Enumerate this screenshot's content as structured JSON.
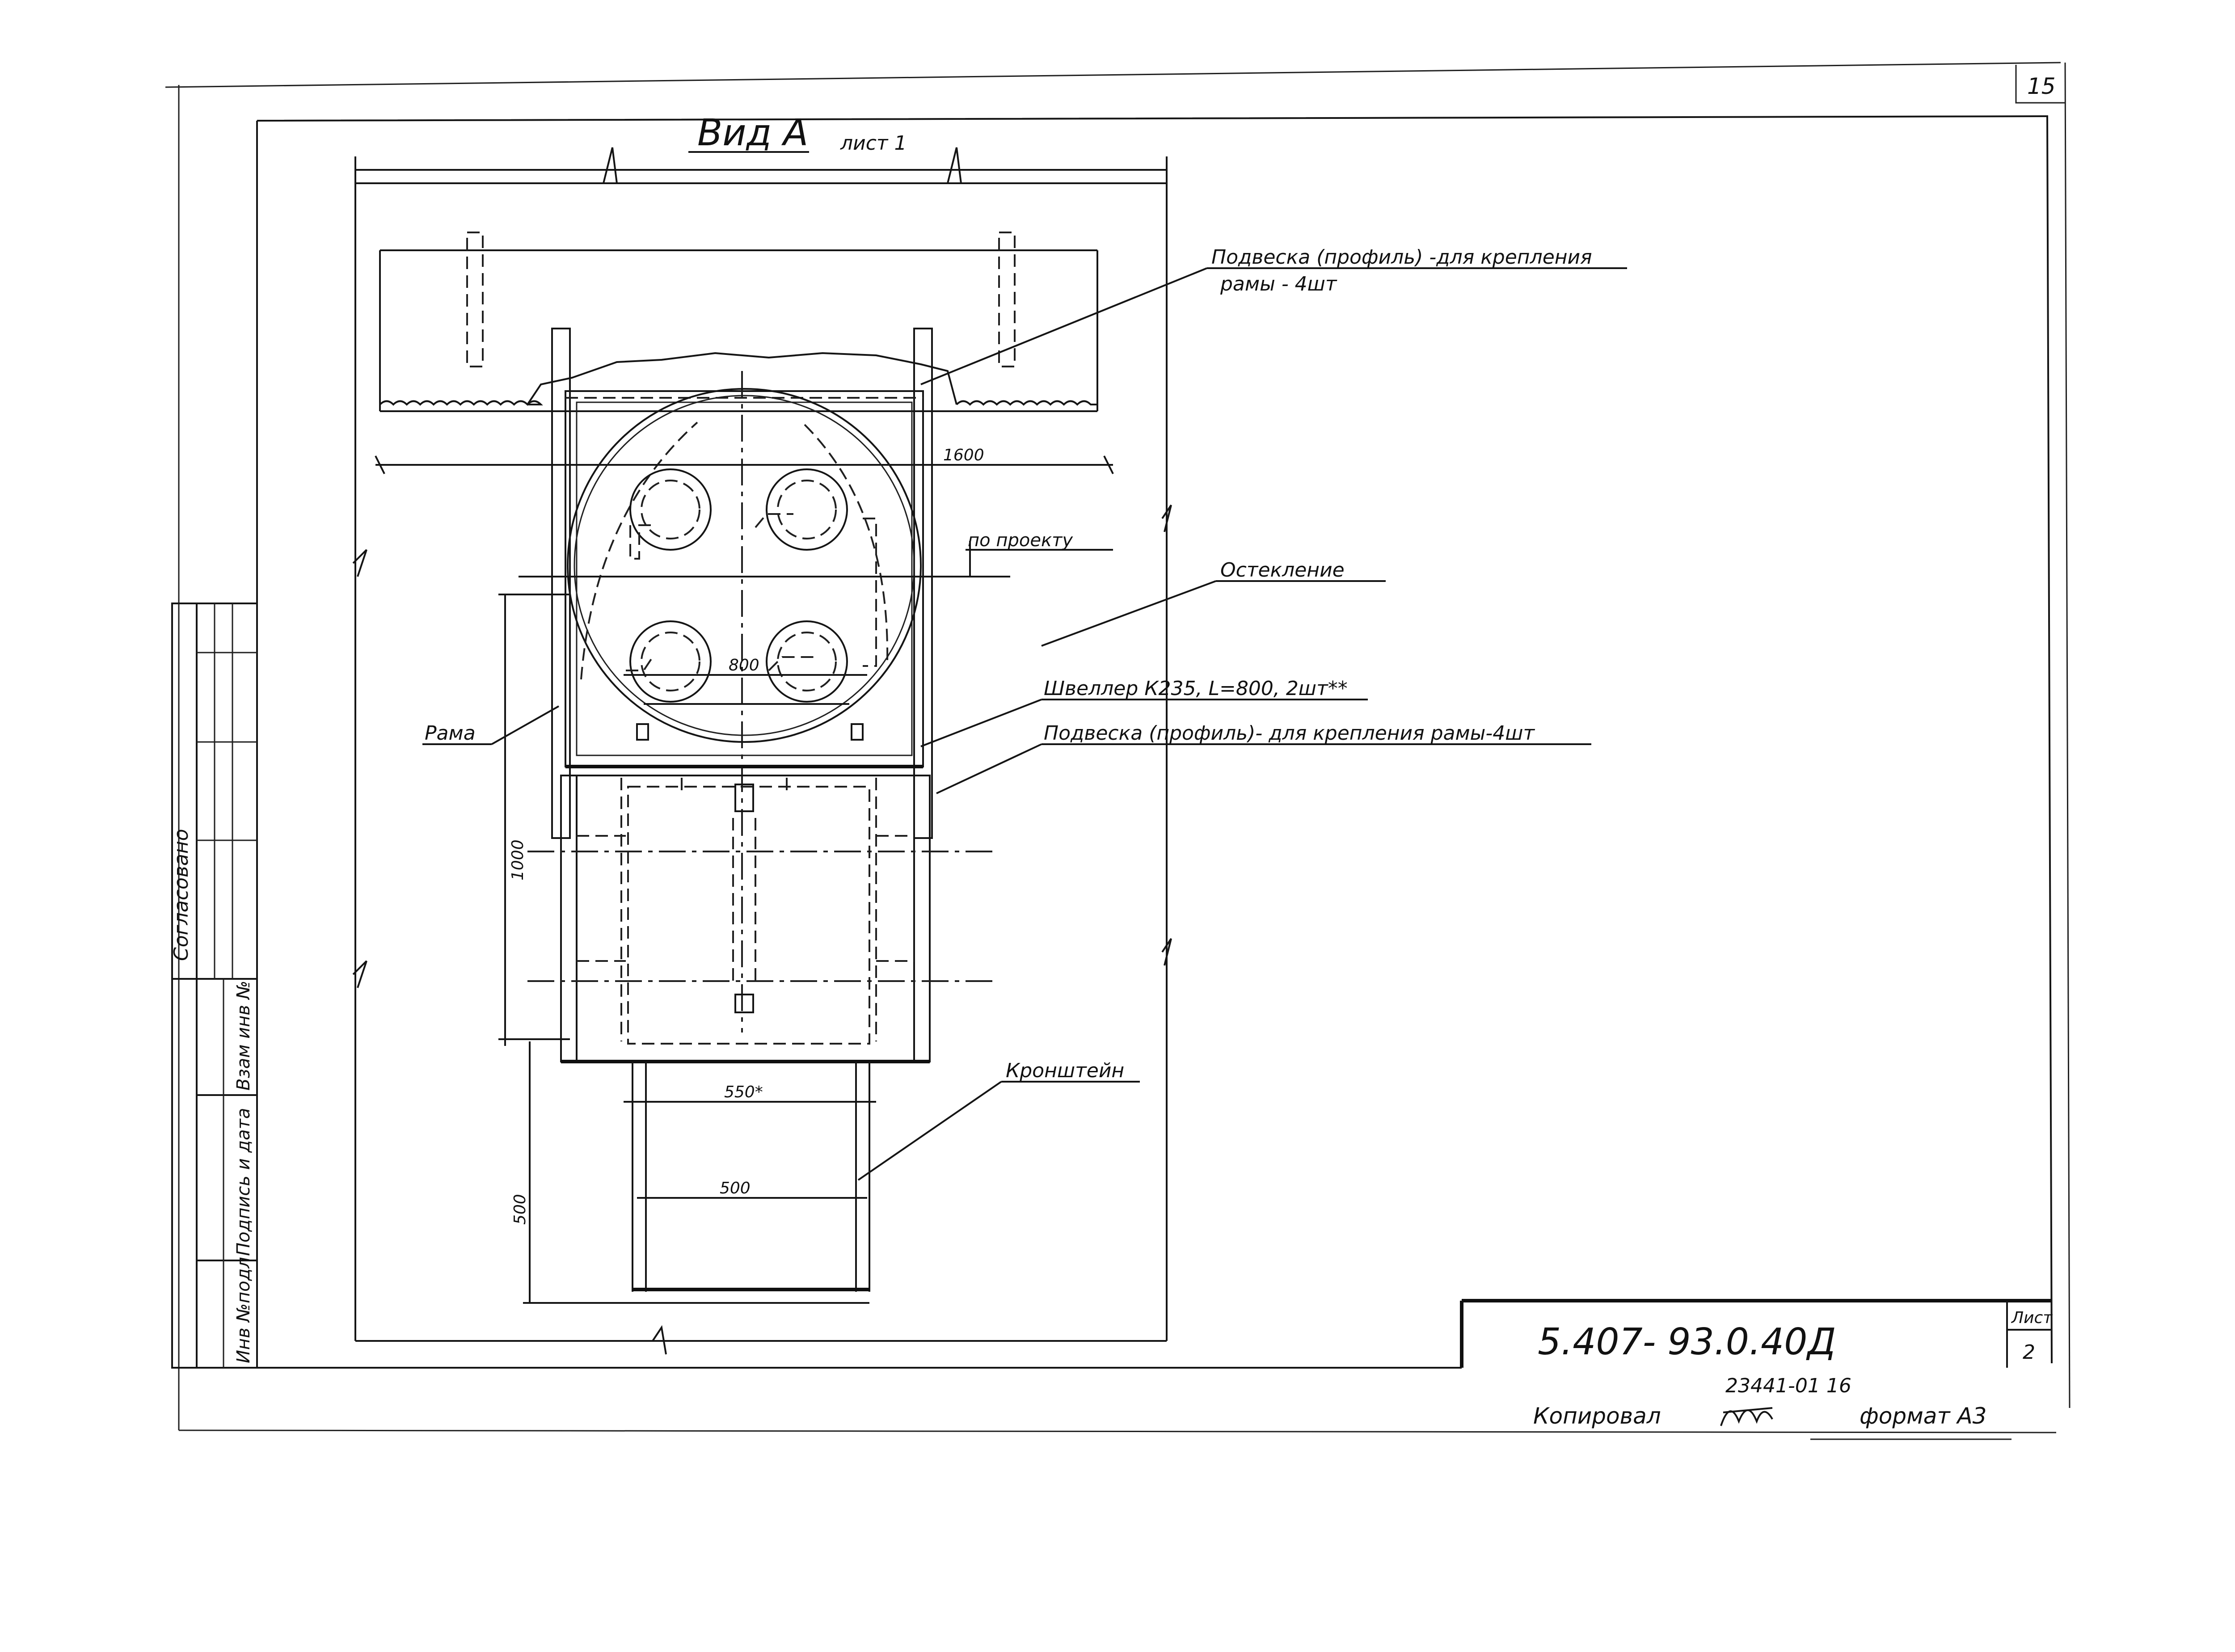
{
  "sheet": {
    "page_number": "15",
    "view_title": "Вид А",
    "view_sheet_ref": "лист 1"
  },
  "callouts": {
    "suspension_top_line1": "Подвеска (профиль) -для крепления",
    "suspension_top_line2": "рамы - 4шт",
    "by_project": "по проекту",
    "glazing": "Остекление",
    "channel": "Швеллер К235, L=800, 2шт**",
    "suspension_bottom": "Подвеска (профиль)- для крепления рамы-4шт",
    "frame": "Рама",
    "bracket": "Кронштейн"
  },
  "dimensions": {
    "width_1600": "1600",
    "width_800": "800",
    "height_1000": "1000",
    "width_550": "550*",
    "width_500": "500",
    "height_500": "500"
  },
  "side_stamp": {
    "agreed": "Согласовано",
    "inv_no_orig": "Инв №подл",
    "sign_date": "Подпись и дата",
    "replaces_inv": "Взам инв №"
  },
  "title_block": {
    "document_code": "5.407- 93.0.40Д",
    "sheet_label": "Лист",
    "sheet_number": "2",
    "archive_number": "23441-01   16",
    "copied_by": "Копировал",
    "format": "формат А3"
  }
}
